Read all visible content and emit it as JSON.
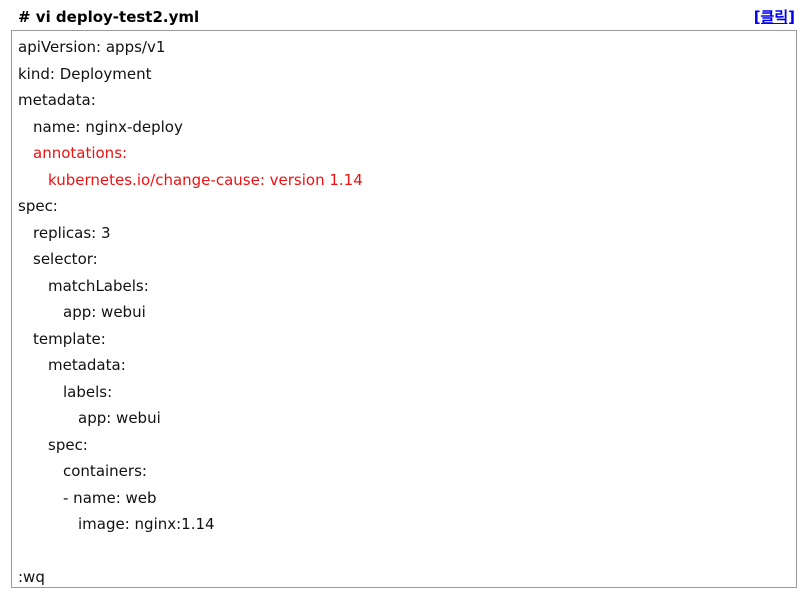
{
  "header": {
    "title": "# vi deploy-test2.yml",
    "link_label": "[클릭]"
  },
  "code": {
    "lines": [
      {
        "text": "apiVersion: apps/v1",
        "indent": 0,
        "highlight": false
      },
      {
        "text": "kind: Deployment",
        "indent": 0,
        "highlight": false
      },
      {
        "text": "metadata:",
        "indent": 0,
        "highlight": false
      },
      {
        "text": "name: nginx-deploy",
        "indent": 1,
        "highlight": false
      },
      {
        "text": "annotations:",
        "indent": 1,
        "highlight": true
      },
      {
        "text": "kubernetes.io/change-cause: version 1.14",
        "indent": 2,
        "highlight": true
      },
      {
        "text": "spec:",
        "indent": 0,
        "highlight": false
      },
      {
        "text": "replicas: 3",
        "indent": 1,
        "highlight": false
      },
      {
        "text": "selector:",
        "indent": 1,
        "highlight": false
      },
      {
        "text": "matchLabels:",
        "indent": 2,
        "highlight": false
      },
      {
        "text": "app: webui",
        "indent": 3,
        "highlight": false
      },
      {
        "text": "template:",
        "indent": 1,
        "highlight": false
      },
      {
        "text": "metadata:",
        "indent": 2,
        "highlight": false
      },
      {
        "text": "labels:",
        "indent": 3,
        "highlight": false
      },
      {
        "text": "app: webui",
        "indent": 4,
        "highlight": false
      },
      {
        "text": "spec:",
        "indent": 2,
        "highlight": false
      },
      {
        "text": "containers:",
        "indent": 3,
        "highlight": false
      },
      {
        "text": "- name: web",
        "indent": 3,
        "highlight": false
      },
      {
        "text": "image: nginx:1.14",
        "indent": 4,
        "highlight": false
      },
      {
        "text": "",
        "indent": 0,
        "highlight": false
      },
      {
        "text": ":wq",
        "indent": 0,
        "highlight": false
      }
    ]
  },
  "colors": {
    "highlight": "#ee1111",
    "link": "#0000ee",
    "border": "#9a9a9a"
  }
}
